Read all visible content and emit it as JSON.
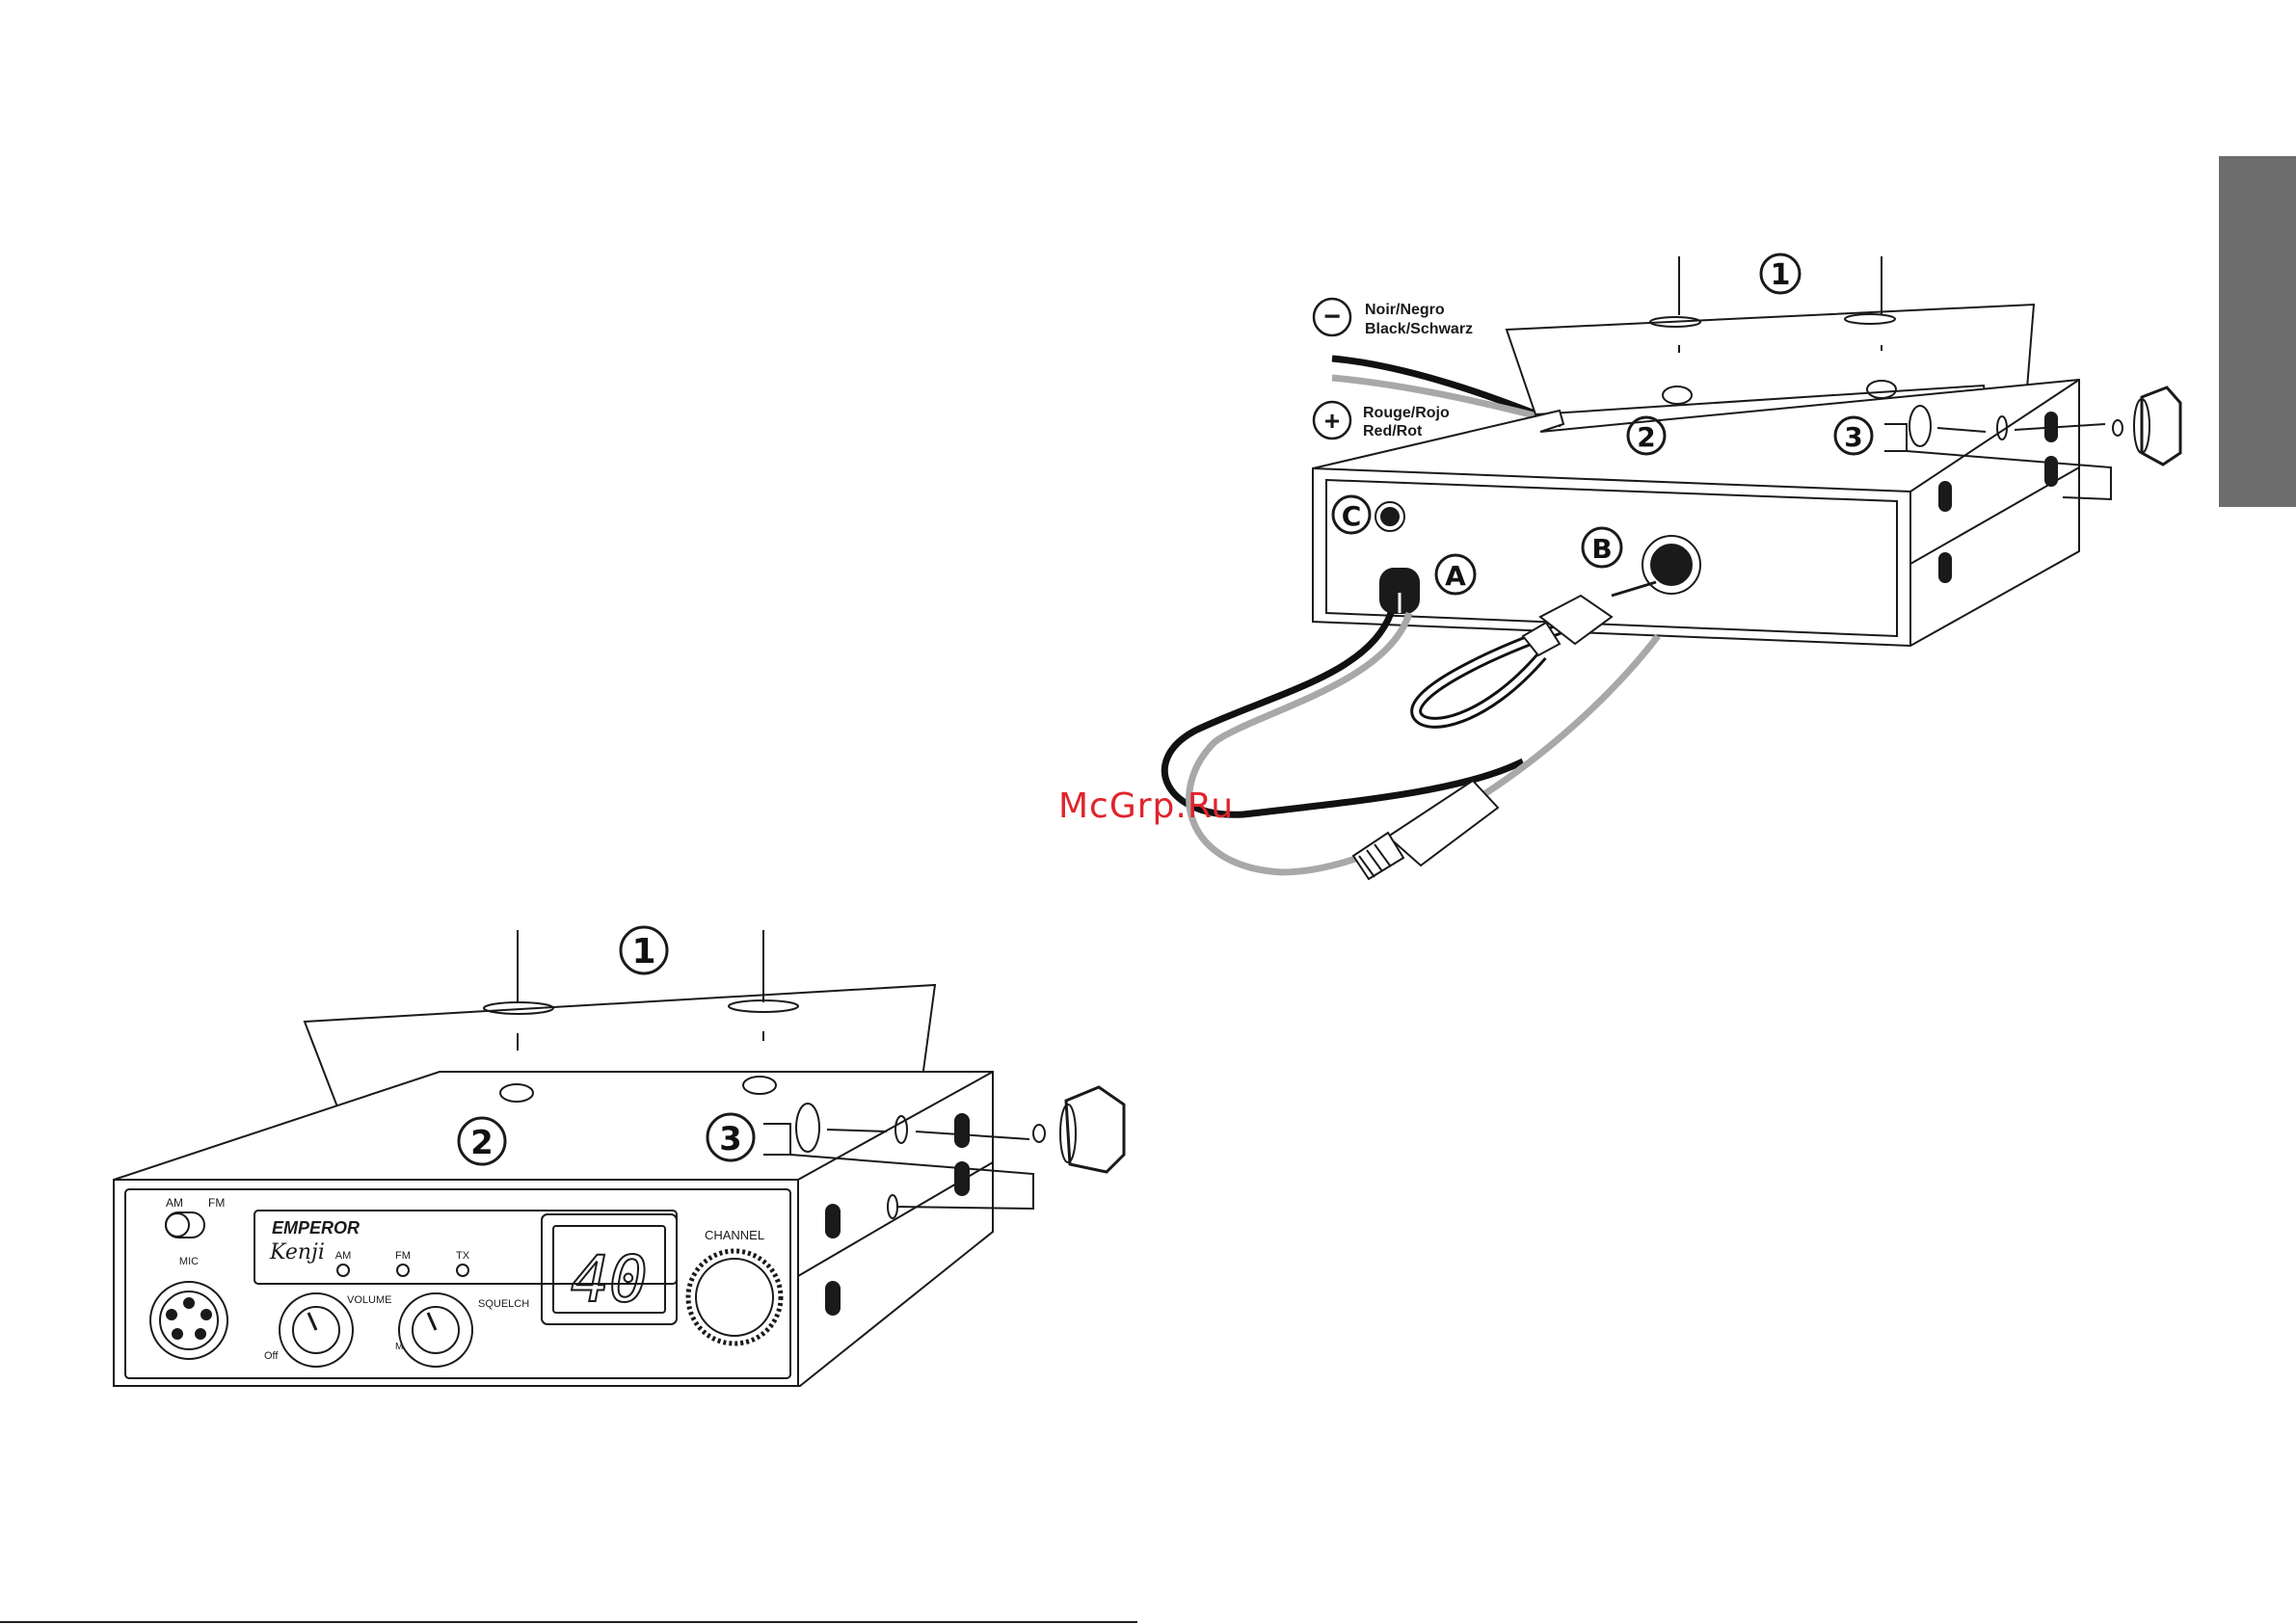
{
  "watermark": "McGrp.Ru",
  "colors": {
    "sidebar_tab": "#6d6d6d",
    "watermark": "#e0242c",
    "line": "#1a1a1a",
    "grey_wire": "#a8a8a8"
  },
  "top_diagram": {
    "callout_1": "1",
    "callout_2": "2",
    "callout_3": "3",
    "connector_A": "A",
    "connector_B": "B",
    "connector_C": "C",
    "negative_symbol": "−",
    "negative_line1": "Noir/Negro",
    "negative_line2": "Black/Schwarz",
    "positive_symbol": "+",
    "positive_line1": "Rouge/Rojo",
    "positive_line2": "Red/Rot"
  },
  "bottom_diagram": {
    "callout_1": "1",
    "callout_2": "2",
    "callout_3": "3",
    "front_panel": {
      "brand": "EMPEROR",
      "model": "Kenji",
      "switch_am": "AM",
      "switch_fm": "FM",
      "mic_label": "MIC",
      "led_am": "AM",
      "led_fm": "FM",
      "led_tx": "TX",
      "volume_label": "VOLUME",
      "off_label": "Off",
      "squelch_label": "SQUELCH",
      "squelch_m": "M",
      "channel_label": "CHANNEL",
      "display_value": "40"
    }
  }
}
